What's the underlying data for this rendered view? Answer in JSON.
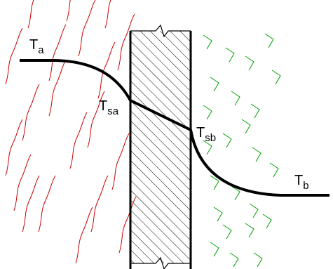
{
  "labels": {
    "ta": {
      "main": "T",
      "sub": "a"
    },
    "tsa": {
      "main": "T",
      "sub": "sa"
    },
    "tsb": {
      "main": "T",
      "sub": "sb"
    },
    "tb": {
      "main": "T",
      "sub": "b"
    }
  },
  "colors": {
    "left_fluid": "#cc0000",
    "right_fluid": "#00a000",
    "wall_outline": "#000000",
    "temperature_profile": "#000000"
  }
}
